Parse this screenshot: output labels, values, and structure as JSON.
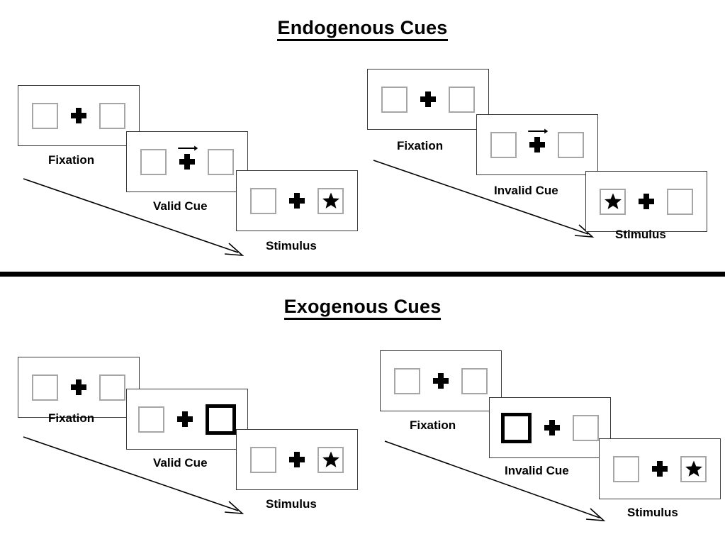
{
  "figure": {
    "sections": [
      {
        "id": "endogenous",
        "title": "Endogenous Cues",
        "trials": [
          {
            "id": "endogenous-valid",
            "panels": [
              {
                "caption": "Fixation",
                "cue_type": "none",
                "left_box": {
                  "state": "normal",
                  "content": "empty"
                },
                "right_box": {
                  "state": "normal",
                  "content": "empty"
                }
              },
              {
                "caption": "Valid Cue",
                "cue_type": "arrow",
                "arrow_direction": "right",
                "left_box": {
                  "state": "normal",
                  "content": "empty"
                },
                "right_box": {
                  "state": "normal",
                  "content": "empty"
                }
              },
              {
                "caption": "Stimulus",
                "cue_type": "none",
                "left_box": {
                  "state": "normal",
                  "content": "empty"
                },
                "right_box": {
                  "state": "normal",
                  "content": "star"
                }
              }
            ]
          },
          {
            "id": "endogenous-invalid",
            "panels": [
              {
                "caption": "Fixation",
                "cue_type": "none",
                "left_box": {
                  "state": "normal",
                  "content": "empty"
                },
                "right_box": {
                  "state": "normal",
                  "content": "empty"
                }
              },
              {
                "caption": "Invalid Cue",
                "cue_type": "arrow",
                "arrow_direction": "right",
                "left_box": {
                  "state": "normal",
                  "content": "empty"
                },
                "right_box": {
                  "state": "normal",
                  "content": "empty"
                }
              },
              {
                "caption": "Stimulus",
                "cue_type": "none",
                "left_box": {
                  "state": "normal",
                  "content": "star"
                },
                "right_box": {
                  "state": "normal",
                  "content": "empty"
                }
              }
            ]
          }
        ]
      },
      {
        "id": "exogenous",
        "title": "Exogenous Cues",
        "trials": [
          {
            "id": "exogenous-valid",
            "panels": [
              {
                "caption": "Fixation",
                "cue_type": "none",
                "left_box": {
                  "state": "normal",
                  "content": "empty"
                },
                "right_box": {
                  "state": "normal",
                  "content": "empty"
                }
              },
              {
                "caption": "Valid Cue",
                "cue_type": "box-highlight",
                "cued_side": "right",
                "left_box": {
                  "state": "normal",
                  "content": "empty"
                },
                "right_box": {
                  "state": "cued",
                  "content": "empty"
                }
              },
              {
                "caption": "Stimulus",
                "cue_type": "none",
                "left_box": {
                  "state": "normal",
                  "content": "empty"
                },
                "right_box": {
                  "state": "normal",
                  "content": "star"
                }
              }
            ]
          },
          {
            "id": "exogenous-invalid",
            "panels": [
              {
                "caption": "Fixation",
                "cue_type": "none",
                "left_box": {
                  "state": "normal",
                  "content": "empty"
                },
                "right_box": {
                  "state": "normal",
                  "content": "empty"
                }
              },
              {
                "caption": "Invalid Cue",
                "cue_type": "box-highlight",
                "cued_side": "left",
                "left_box": {
                  "state": "cued",
                  "content": "empty"
                },
                "right_box": {
                  "state": "normal",
                  "content": "empty"
                }
              },
              {
                "caption": "Stimulus",
                "cue_type": "none",
                "left_box": {
                  "state": "normal",
                  "content": "empty"
                },
                "right_box": {
                  "state": "normal",
                  "content": "star"
                }
              }
            ]
          }
        ]
      }
    ],
    "icons": {
      "fixation_cross": "plus-icon",
      "target": "star-icon",
      "cue_arrow": "arrow-right-icon",
      "time_flow": "time-flow-arrow-icon"
    },
    "colors": {
      "ink": "#000000",
      "box_outline": "#a6a6a6",
      "panel_outline": "#3a3a3a",
      "background": "#ffffff"
    }
  }
}
